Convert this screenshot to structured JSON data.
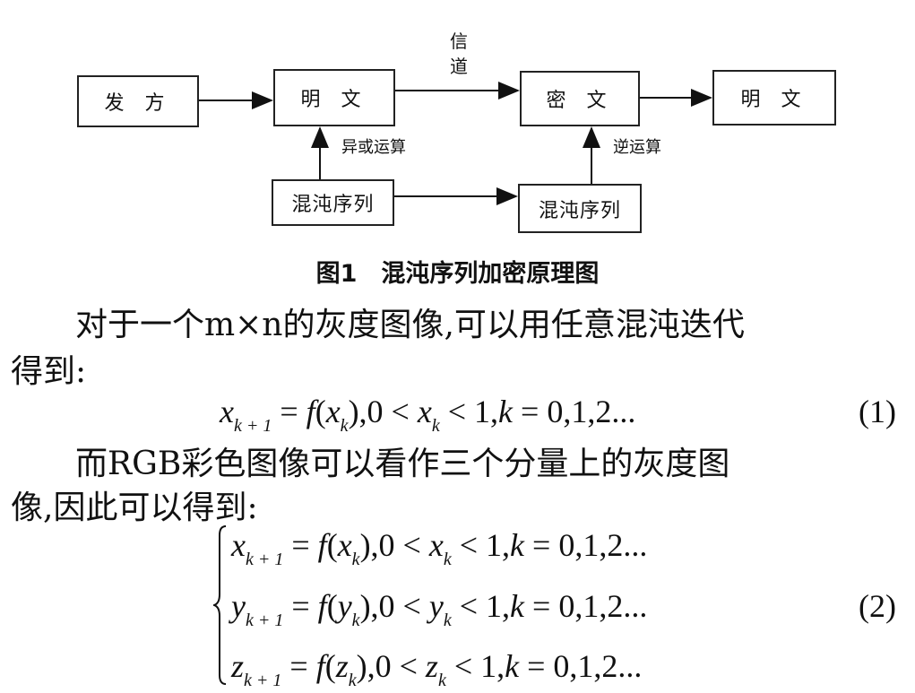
{
  "figure": {
    "boxes": {
      "sender": "发 方",
      "plaintext_left": "明 文",
      "ciphertext": "密 文",
      "plaintext_right": "明 文",
      "chaos_left": "混沌序列",
      "chaos_right": "混沌序列"
    },
    "labels": {
      "channel_line1": "信",
      "channel_line2": "道",
      "xor": "异或运算",
      "inverse": "逆运算"
    },
    "caption": "图1　混沌序列加密原理图"
  },
  "text": {
    "para1_line1": "　　对于一个m×n的灰度图像,可以用任意混沌迭代",
    "para1_line2": "得到:",
    "para2_line1": "　　而RGB彩色图像可以看作三个分量上的灰度图",
    "para2_line2": "像,因此可以得到:"
  },
  "equations": {
    "eq1": {
      "lhs_var": "x",
      "lhs_sub": "k + 1",
      "mid": " = ",
      "func": "f",
      "arg_var": "x",
      "arg_sub": "k",
      "rest1": "),0 < ",
      "cond_var": "x",
      "cond_sub": "k",
      "rest2": " < 1,",
      "k": "k",
      "tail": " = 0,1,2...",
      "number": "(1)"
    },
    "eq2": [
      {
        "lhs_var": "x",
        "lhs_sub": "k + 1",
        "func": "f",
        "arg_var": "x",
        "arg_sub": "k",
        "cond_var": "x",
        "cond_sub": "k",
        "tail": " = 0,1,2..."
      },
      {
        "lhs_var": "y",
        "lhs_sub": "k + 1",
        "func": "f",
        "arg_var": "y",
        "arg_sub": "k",
        "cond_var": "y",
        "cond_sub": "k",
        "tail": " = 0,1,2..."
      },
      {
        "lhs_var": "z",
        "lhs_sub": "k + 1",
        "func": "f",
        "arg_var": "z",
        "arg_sub": "k",
        "cond_var": "z",
        "cond_sub": "k",
        "tail": " = 0,1,2..."
      }
    ],
    "eq2_number": "(2)"
  }
}
